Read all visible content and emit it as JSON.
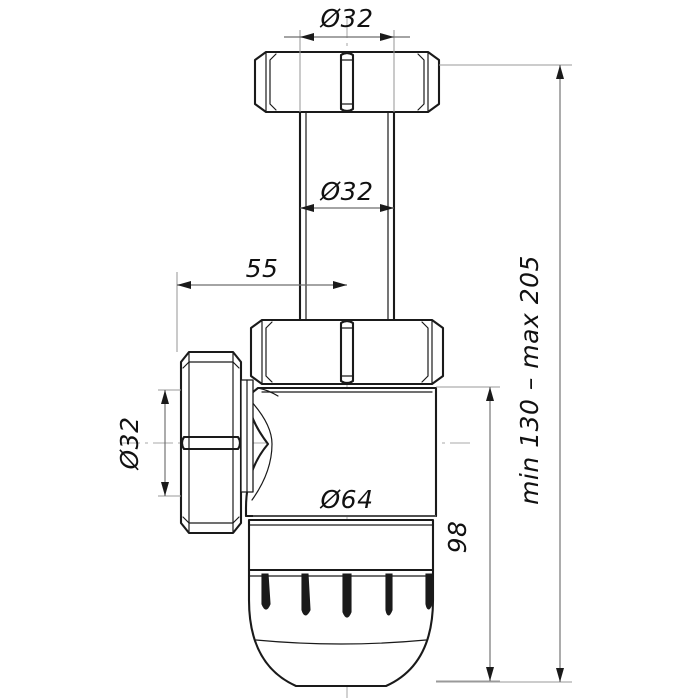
{
  "drawing": {
    "title": "bottle-trap-technical-drawing",
    "line_color": "#1a1a1a",
    "dim_color": "#6e6e6e",
    "background": "#ffffff",
    "units": "mm"
  },
  "dimensions": {
    "top_inlet_diameter": "Ø32",
    "pipe_diameter": "Ø32",
    "offset_horizontal": "55",
    "outlet_diameter": "Ø32",
    "body_diameter": "Ø64",
    "body_height": "98",
    "total_height_range": "min 130 – max 205"
  },
  "labels": {
    "d_top": "Ø32",
    "d_pipe": "Ø32",
    "dist_55": "55",
    "d_outlet": "Ø32",
    "d_body": "Ø64",
    "h_98": "98",
    "h_range": "min 130 – max 205"
  },
  "parts": {
    "top_nut": "compression-nut-top",
    "riser_pipe": "vertical-riser-pipe",
    "middle_nut": "compression-nut-middle",
    "outlet_nut": "compression-nut-outlet",
    "body": "trap-body",
    "cup": "removable-cup",
    "ribs_count": 5
  }
}
